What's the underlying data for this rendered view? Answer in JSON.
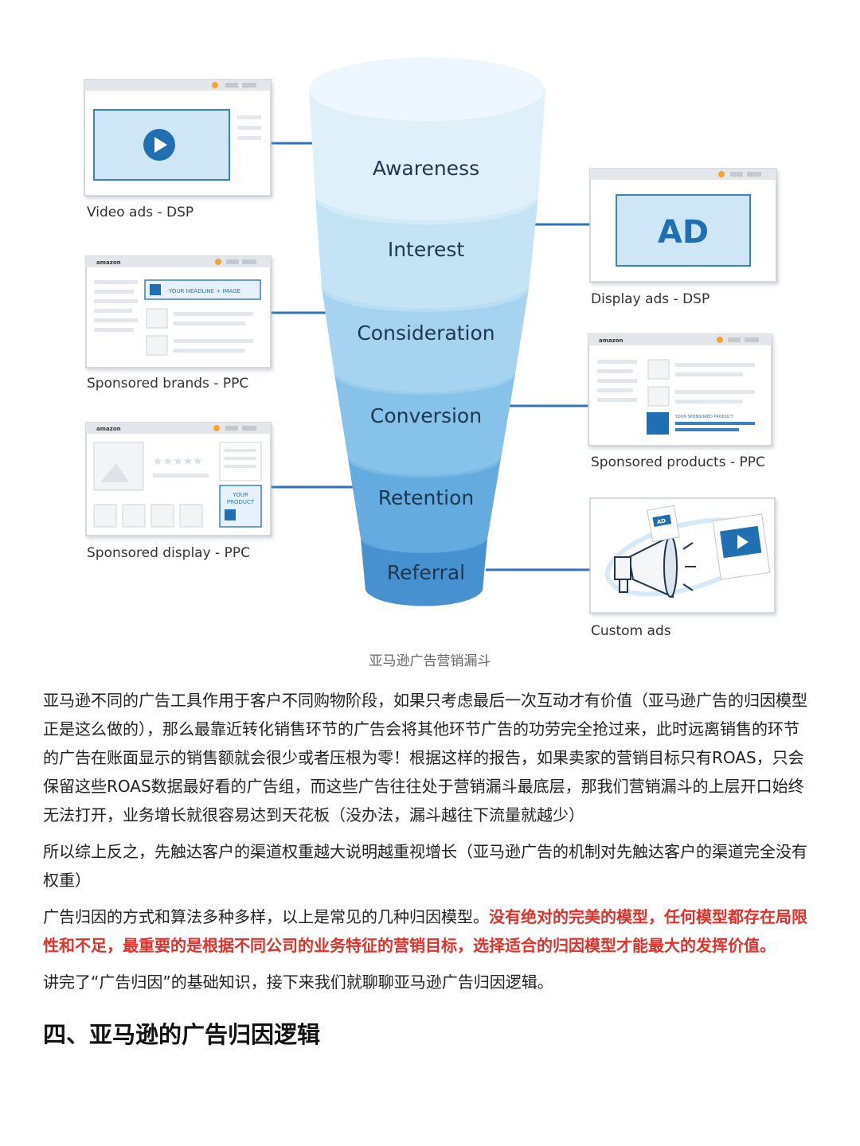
{
  "figure": {
    "caption": "亚马逊广告营销漏斗",
    "stages": [
      "Awareness",
      "Interest",
      "Consideration",
      "Conversion",
      "Retention",
      "Referral"
    ],
    "stage_colors": [
      "#dff0fa",
      "#c4e4f6",
      "#a6d4f0",
      "#86c2ea",
      "#64acdf",
      "#4791d0"
    ],
    "ad_labels": {
      "video": "Video ads - DSP",
      "sb": "Sponsored brands - PPC",
      "sd": "Sponsored display - PPC",
      "display": "Display ads - DSP",
      "sp": "Sponsored products - PPC",
      "custom": "Custom ads"
    },
    "mock_text": {
      "amazon": "amazon",
      "ad_big": "AD",
      "headline": "YOUR HEADLINE + IMAGE",
      "your": "YOUR",
      "product": "PRODUCT",
      "sp_product": "YOUR SPONSORED PRODUCT",
      "ad_small": "AD"
    },
    "colors": {
      "accent": "#1f6fb2",
      "dot": "#f2a431",
      "line": "#2f73b6"
    }
  },
  "article": {
    "p1": "亚马逊不同的广告工具作用于客户不同购物阶段，如果只考虑最后一次互动才有价值（亚马逊广告的归因模型正是这么做的），那么最靠近转化销售环节的广告会将其他环节广告的功劳完全抢过来，此时远离销售的环节的广告在账面显示的销售额就会很少或者压根为零！根据这样的报告，如果卖家的营销目标只有ROAS，只会保留这些ROAS数据最好看的广告组，而这些广告往往处于营销漏斗最底层，那我们营销漏斗的上层开口始终无法打开，业务增长就很容易达到天花板（没办法，漏斗越往下流量就越少）",
    "p2": "所以综上反之，先触达客户的渠道权重越大说明越重视增长（亚马逊广告的机制对先触达客户的渠道完全没有权重）",
    "p3_normal": "广告归因的方式和算法多种多样，以上是常见的几种归因模型。",
    "p3_highlight": "没有绝对的完美的模型，任何模型都存在局限性和不足，最重要的是根据不同公司的业务特征的营销目标，选择适合的归因模型才能最大的发挥价值。",
    "p4": "讲完了“广告归因”的基础知识，接下来我们就聊聊亚马逊广告归因逻辑。",
    "h2": "四、亚马逊的广告归因逻辑"
  }
}
